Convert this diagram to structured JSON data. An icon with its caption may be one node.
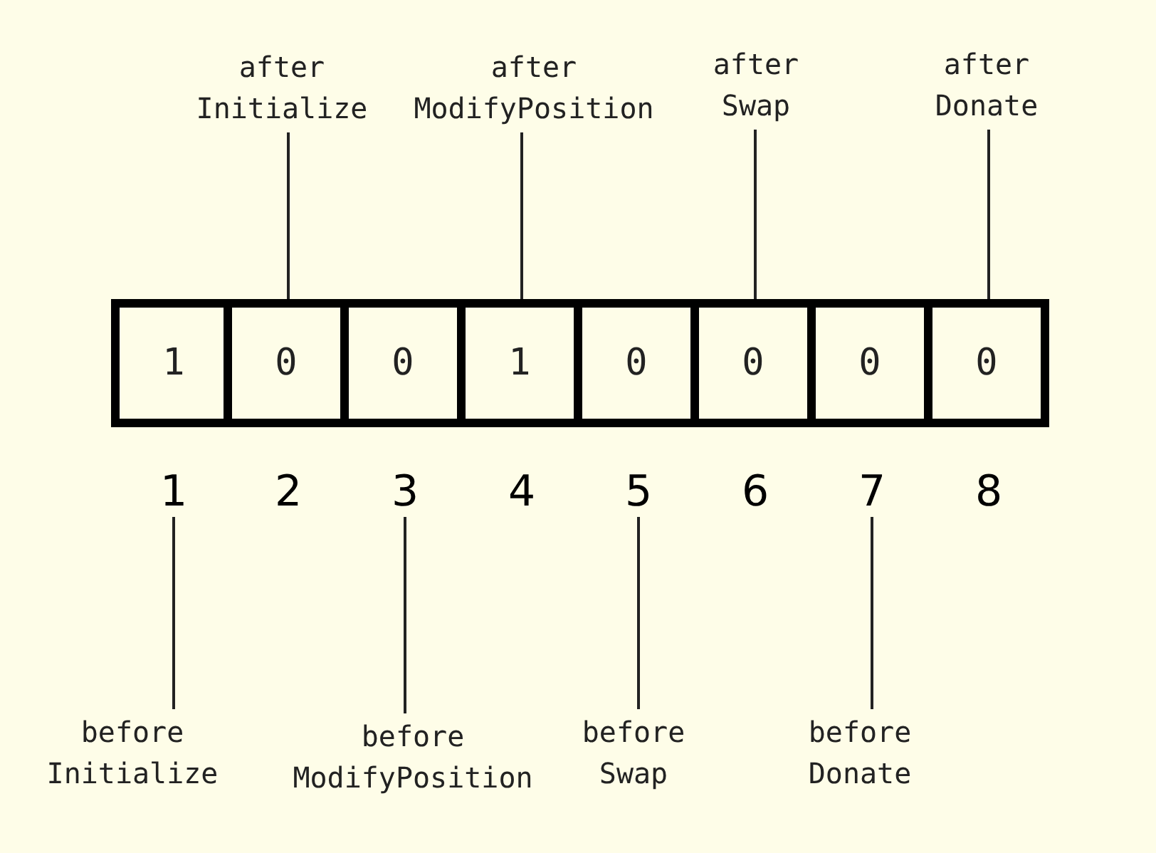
{
  "diagram": {
    "nodes": [
      {
        "text": [
          "1"
        ],
        "beside": [
          "1"
        ]
      },
      {
        "text": [
          "0"
        ],
        "beside": [
          "2"
        ]
      },
      {
        "text": [
          "0"
        ],
        "beside": [
          "3"
        ]
      },
      {
        "text": [
          "1"
        ],
        "beside": [
          "4"
        ]
      },
      {
        "text": [
          "0"
        ],
        "beside": [
          "5"
        ]
      },
      {
        "text": [
          "0"
        ],
        "beside": [
          "6"
        ]
      },
      {
        "text": [
          "0"
        ],
        "beside": [
          "7"
        ]
      },
      {
        "text": [
          "0"
        ],
        "beside": [
          "8"
        ]
      },
      {
        "text": [
          "after Initialize"
        ]
      },
      {
        "text": [
          "after ModifyPosition"
        ]
      },
      {
        "text": [
          "after Swap"
        ]
      },
      {
        "text": [
          "after Donate"
        ]
      },
      {
        "text": [
          "before Initialize"
        ]
      },
      {
        "text": [
          "before ModifyPosition"
        ]
      },
      {
        "text": [
          "before Swap"
        ]
      },
      {
        "text": [
          "before Donate"
        ]
      }
    ],
    "edges": [
      {
        "from": 8,
        "to": 1,
        "arrow": "none"
      },
      {
        "from": 9,
        "to": 3,
        "arrow": "none"
      },
      {
        "from": 10,
        "to": 5,
        "arrow": "none"
      },
      {
        "from": 11,
        "to": 7,
        "arrow": "none"
      },
      {
        "from": 12,
        "to": 0,
        "arrow": "none"
      },
      {
        "from": 13,
        "to": 2,
        "arrow": "none"
      },
      {
        "from": 14,
        "to": 4,
        "arrow": "none"
      },
      {
        "from": 15,
        "to": 6,
        "arrow": "none"
      }
    ]
  }
}
